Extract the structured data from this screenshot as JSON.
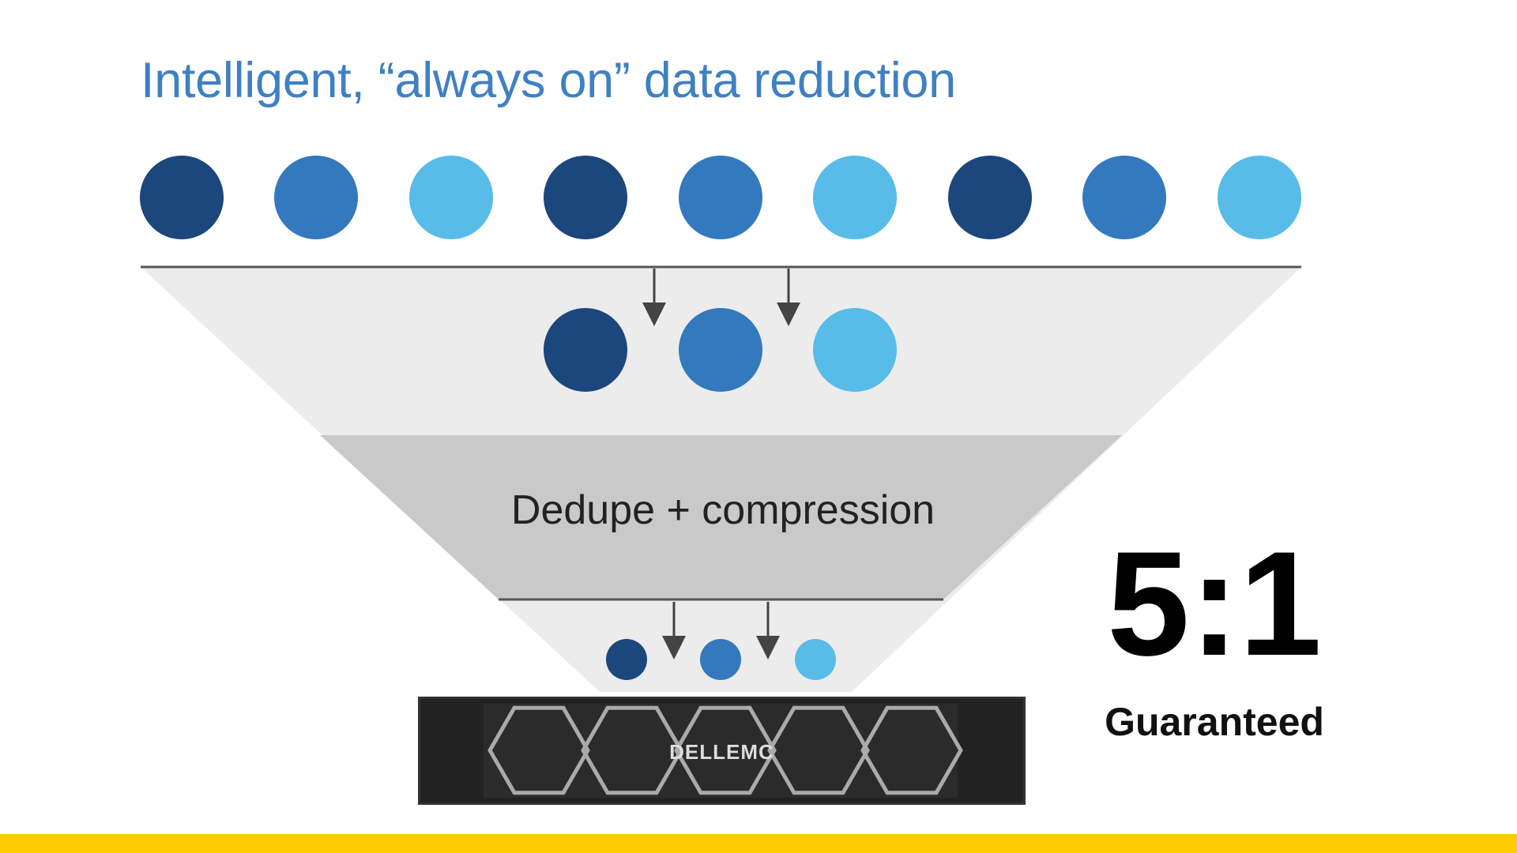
{
  "title": "Intelligent, “always on” data reduction",
  "stage_label": "Dedupe + compression",
  "ratio": "5:1",
  "ratio_caption": "Guaranteed",
  "server_logo": "DELLEMC",
  "colors": {
    "dark_blue": "#1b477c",
    "mid_blue": "#3479bd",
    "light_blue": "#58bbe8",
    "accent_bar": "#ffcc00",
    "funnel_light": "#ececec",
    "funnel_band": "#c9c9c9"
  }
}
